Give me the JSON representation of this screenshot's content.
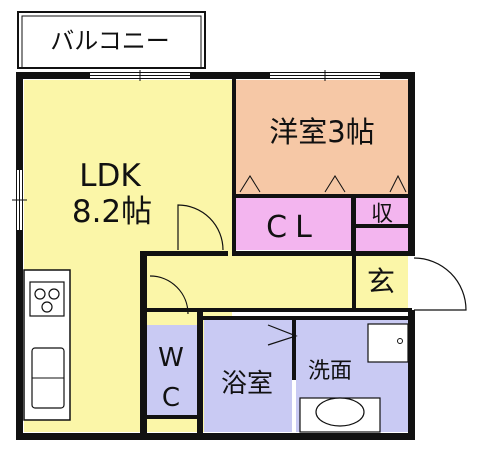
{
  "rooms": {
    "balcony": {
      "label": "バルコニー"
    },
    "ldk": {
      "line1": "LDK",
      "line2": "8.2帖"
    },
    "western_room": {
      "label": "洋室3帖"
    },
    "closet": {
      "label": "CL"
    },
    "storage": {
      "label": "収"
    },
    "entrance": {
      "label": "玄"
    },
    "toilet": {
      "line1": "W",
      "line2": "C"
    },
    "bathroom": {
      "label": "浴室"
    },
    "washroom": {
      "label": "洗面"
    }
  },
  "colors": {
    "ldk": "#fbf6a8",
    "western_room": "#f6c8a6",
    "closet": "#f3b5ef",
    "wet_area": "#c9caf3",
    "hallway": "#fbf6a8",
    "wall": "#111111"
  }
}
